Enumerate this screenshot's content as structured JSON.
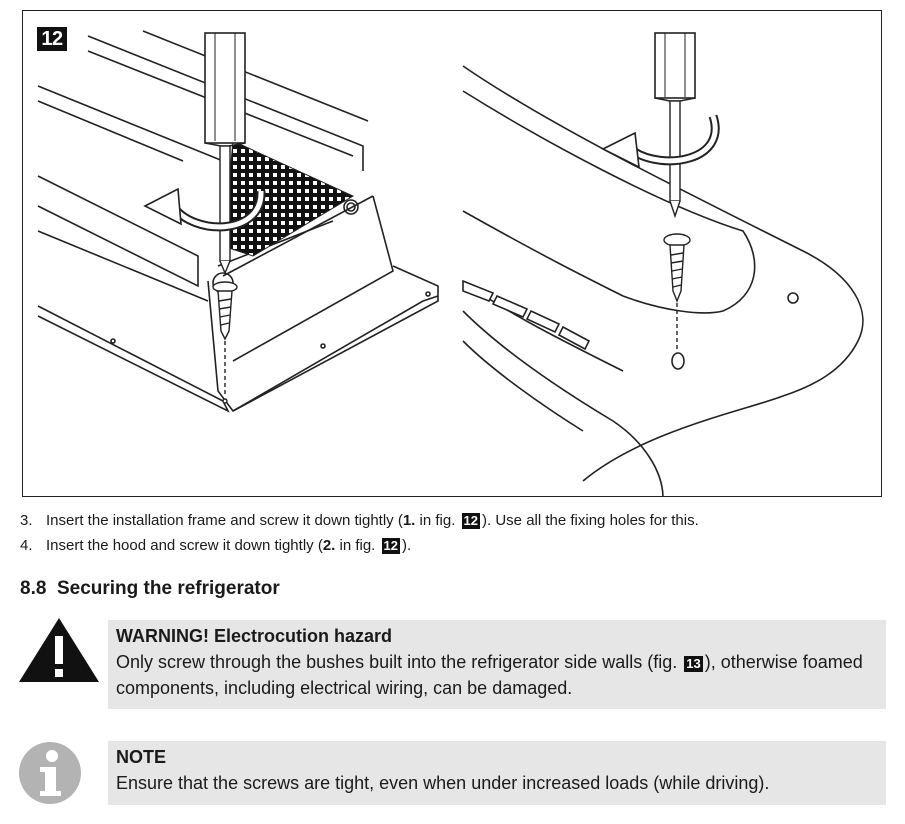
{
  "figure": {
    "number": "12"
  },
  "steps": [
    {
      "number": "3.",
      "text_before": "Insert the installation frame and screw it down tightly (",
      "bold": "1.",
      "text_mid": " in fig. ",
      "fig": "12",
      "text_after": "). Use all the fixing holes for this."
    },
    {
      "number": "4.",
      "text_before": "Insert the hood and screw it down tightly (",
      "bold": "2.",
      "text_mid": " in fig. ",
      "fig": "12",
      "text_after": ")."
    }
  ],
  "section": {
    "title": "8.8  Securing the refrigerator"
  },
  "warning": {
    "icon": "warning-triangle-icon",
    "title": "WARNING! Electrocution hazard",
    "body_before": "Only screw through the bushes built into the refrigerator side walls (fig. ",
    "fig": "13",
    "body_after": "), otherwise foamed components, including electrical wiring, can be damaged.",
    "background": "#e6e6e6"
  },
  "note": {
    "icon": "info-icon",
    "title": "NOTE",
    "body": "Ensure that the screws are tight, even when under increased loads (while driving).",
    "icon_color": "#b3b3b3",
    "background": "#e6e6e6"
  }
}
